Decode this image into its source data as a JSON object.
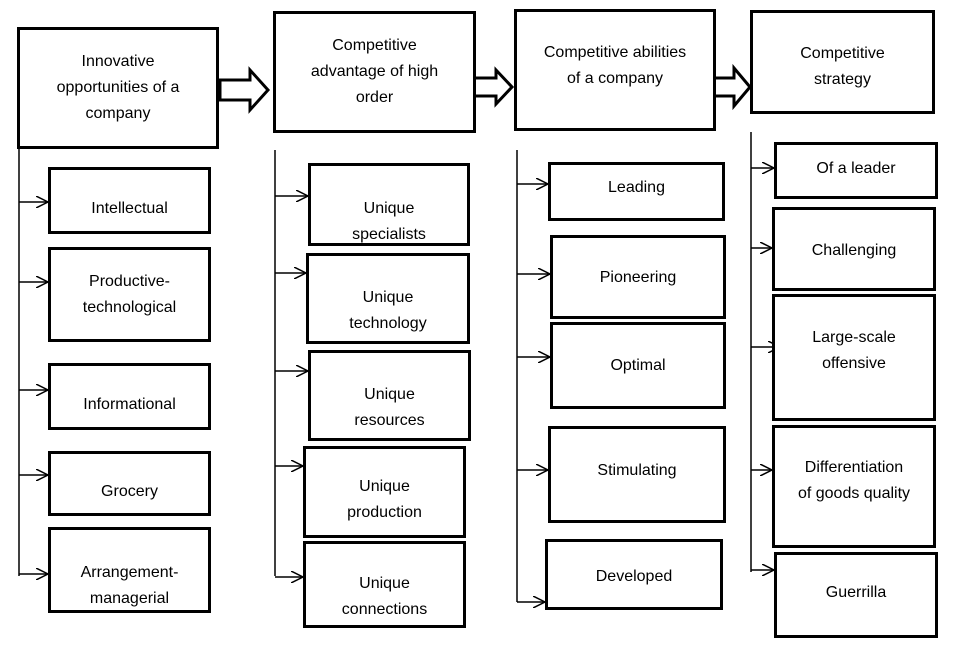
{
  "columns": [
    {
      "header": "Innovative\nopportunities of a\ncompany",
      "items": [
        "Intellectual",
        "Productive-\ntechnological",
        "Informational",
        "Grocery",
        "Arrangement-\nmanagerial"
      ]
    },
    {
      "header": "Competitive\nadvantage of high\norder",
      "items": [
        "Unique\nspecialists",
        "Unique\ntechnology",
        "Unique\nresources",
        "Unique\nproduction",
        "Unique\nconnections"
      ]
    },
    {
      "header": "Competitive abilities\nof a company",
      "items": [
        "Leading",
        "Pioneering",
        "Optimal",
        "Stimulating",
        "Developed"
      ]
    },
    {
      "header": "Competitive\nstrategy",
      "items": [
        "Of a leader",
        "Challenging",
        "Large-scale\noffensive",
        "Differentiation\nof goods quality",
        "Guerrilla"
      ]
    }
  ]
}
